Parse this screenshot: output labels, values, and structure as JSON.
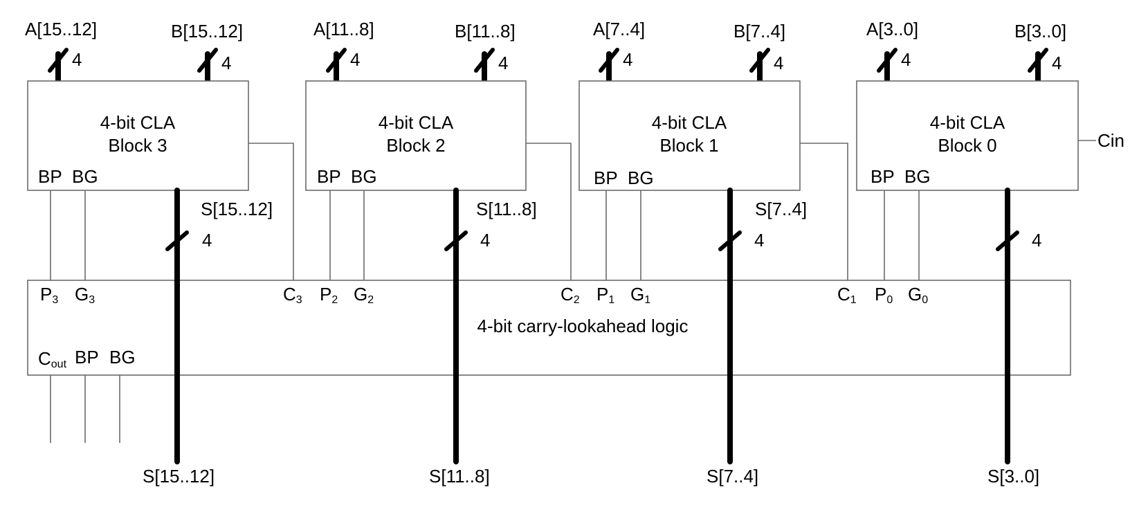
{
  "blocks": [
    {
      "title_line1": "4-bit CLA",
      "title_line2": "Block 3",
      "input_a": "A[15..12]",
      "input_b": "B[15..12]",
      "width_a": "4",
      "width_b": "4",
      "port_bp": "BP",
      "port_bg": "BG",
      "sum_top": "S[15..12]",
      "sum_width": "4",
      "sum_bottom": "S[15..12]"
    },
    {
      "title_line1": "4-bit CLA",
      "title_line2": "Block 2",
      "input_a": "A[11..8]",
      "input_b": "B[11..8]",
      "width_a": "4",
      "width_b": "4",
      "port_bp": "BP",
      "port_bg": "BG",
      "sum_top": "S[11..8]",
      "sum_width": "4",
      "sum_bottom": "S[11..8]"
    },
    {
      "title_line1": "4-bit CLA",
      "title_line2": "Block 1",
      "input_a": "A[7..4]",
      "input_b": "B[7..4]",
      "width_a": "4",
      "width_b": "4",
      "port_bp": "BP",
      "port_bg": "BG",
      "sum_top": "S[7..4]",
      "sum_width": "4",
      "sum_bottom": "S[7..4]"
    },
    {
      "title_line1": "4-bit CLA",
      "title_line2": "Block 0",
      "input_a": "A[3..0]",
      "input_b": "B[3..0]",
      "width_a": "4",
      "width_b": "4",
      "port_bp": "BP",
      "port_bg": "BG",
      "sum_top": "",
      "sum_width": "4",
      "sum_bottom": "S[3..0]"
    }
  ],
  "cin_label": "Cin",
  "lookahead": {
    "title": "4-bit carry-lookahead logic",
    "inputs": [
      {
        "base": "P",
        "sub": "3"
      },
      {
        "base": "G",
        "sub": "3"
      },
      {
        "base": "C",
        "sub": "3"
      },
      {
        "base": "P",
        "sub": "2"
      },
      {
        "base": "G",
        "sub": "2"
      },
      {
        "base": "C",
        "sub": "2"
      },
      {
        "base": "P",
        "sub": "1"
      },
      {
        "base": "G",
        "sub": "1"
      },
      {
        "base": "C",
        "sub": "1"
      },
      {
        "base": "P",
        "sub": "0"
      },
      {
        "base": "G",
        "sub": "0"
      }
    ],
    "cout_base": "C",
    "cout_sub": "out",
    "out_bp": "BP",
    "out_bg": "BG"
  }
}
